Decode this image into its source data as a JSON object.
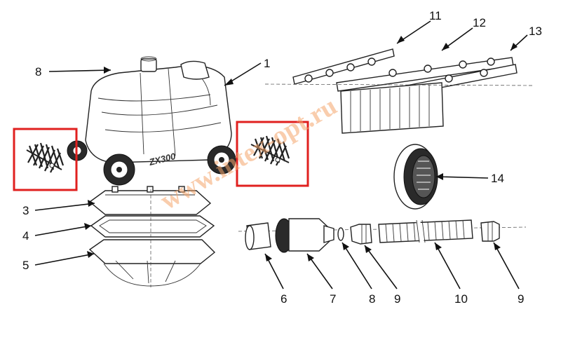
{
  "callouts": [
    {
      "label": "1"
    },
    {
      "label": "8"
    },
    {
      "label": "11"
    },
    {
      "label": "12"
    },
    {
      "label": "13"
    },
    {
      "label": "14"
    },
    {
      "label": "3"
    },
    {
      "label": "4"
    },
    {
      "label": "5"
    },
    {
      "label": "6"
    },
    {
      "label": "7"
    },
    {
      "label": "8"
    },
    {
      "label": "9"
    },
    {
      "label": "10"
    },
    {
      "label": "9"
    }
  ],
  "robot_badge": "ZX300",
  "watermark": "www.intex-opt.ru",
  "colors": {
    "highlight": "#e0201f",
    "watermark": "#f4a46a",
    "line": "#222222"
  }
}
